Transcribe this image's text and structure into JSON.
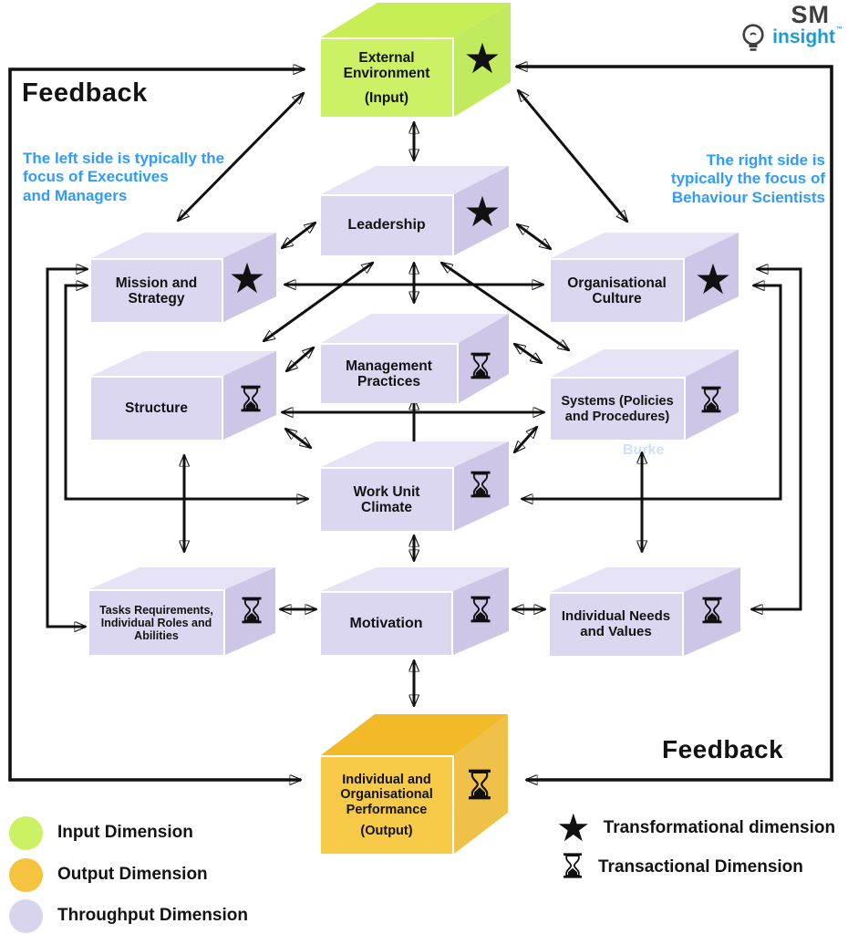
{
  "feedback": {
    "top_left": "Feedback",
    "bottom_right": "Feedback"
  },
  "notes": {
    "left": "The left side is typically the\nfocus of Executives\nand Managers",
    "right": "The right side is\ntypically the focus of\nBehaviour Scientists"
  },
  "logo": {
    "sm": "SM",
    "insight": "insight",
    "tm": "™"
  },
  "watermark": "Burke",
  "icons": {
    "star": "★"
  },
  "boxes": {
    "external_environment": {
      "title": "External\nEnvironment",
      "subtitle": "(Input)",
      "icon": "star",
      "dimension": "input"
    },
    "leadership": {
      "title": "Leadership",
      "icon": "star",
      "dimension": "throughput"
    },
    "mission_strategy": {
      "title": "Mission and\nStrategy",
      "icon": "star",
      "dimension": "throughput"
    },
    "org_culture": {
      "title": "Organisational\nCulture",
      "icon": "star",
      "dimension": "throughput"
    },
    "management_practices": {
      "title": "Management\nPractices",
      "icon": "hourglass",
      "dimension": "throughput"
    },
    "structure": {
      "title": "Structure",
      "icon": "hourglass",
      "dimension": "throughput"
    },
    "systems": {
      "title": "Systems (Policies\nand Procedures)",
      "icon": "hourglass",
      "dimension": "throughput"
    },
    "work_unit_climate": {
      "title": "Work Unit\nClimate",
      "icon": "hourglass",
      "dimension": "throughput"
    },
    "tasks": {
      "title": "Tasks Requirements,\nIndividual Roles and\nAbilities",
      "icon": "hourglass",
      "dimension": "throughput"
    },
    "motivation": {
      "title": "Motivation",
      "icon": "hourglass",
      "dimension": "throughput"
    },
    "individual_needs": {
      "title": "Individual Needs\nand Values",
      "icon": "hourglass",
      "dimension": "throughput"
    },
    "performance": {
      "title": "Individual and\nOrganisational\nPerformance",
      "subtitle": "(Output)",
      "icon": "hourglass",
      "dimension": "output"
    }
  },
  "legend": {
    "input": "Input Dimension",
    "output": "Output Dimension",
    "throughput": "Throughput Dimension",
    "transformational": "Transformational dimension",
    "transactional": "Transactional Dimension"
  },
  "colors": {
    "input_green": "#ccf164",
    "output_orange": "#f6c946",
    "throughput_purple": "#dcd7f0",
    "note_blue": "#2f9bfc",
    "arrow_black": "#111111",
    "logo_blue": "#1a9bd7",
    "logo_gray": "#3e3e3e",
    "watermark_blue": "#cfe1f5"
  }
}
